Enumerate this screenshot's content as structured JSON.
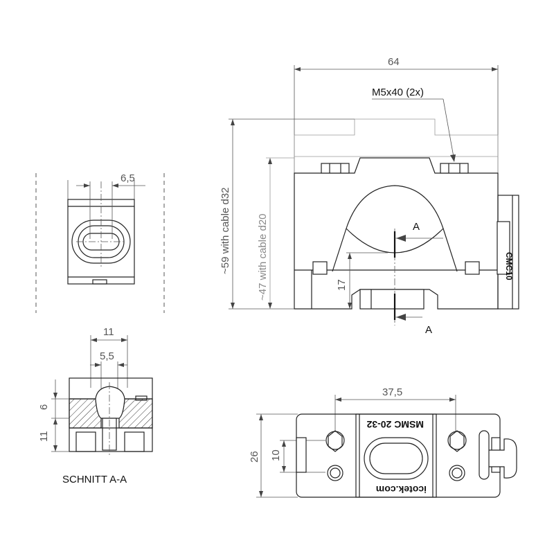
{
  "dimensions": {
    "width_64": "64",
    "thread_callout": "M5x40 (2x)",
    "height_cable_d32": "~59 with cable d32",
    "height_cable_d20": "~47 with cable d20",
    "height_17": "17",
    "side_6_5": "6,5",
    "section_11_top": "11",
    "section_5_5": "5,5",
    "section_6": "6",
    "section_11_side": "11",
    "bottom_37_5": "37,5",
    "bottom_26": "26",
    "bottom_10": "10"
  },
  "section": {
    "label": "SCHNITT A-A",
    "marker_top": "A",
    "marker_bottom": "A"
  },
  "markings": {
    "side_stamp": "CMC10",
    "top_stamp": "MSMC 20-32",
    "bottom_stamp": "icotek.com"
  },
  "colors": {
    "line": "#222222",
    "dimension": "#555555",
    "light_dimension": "#999999"
  }
}
